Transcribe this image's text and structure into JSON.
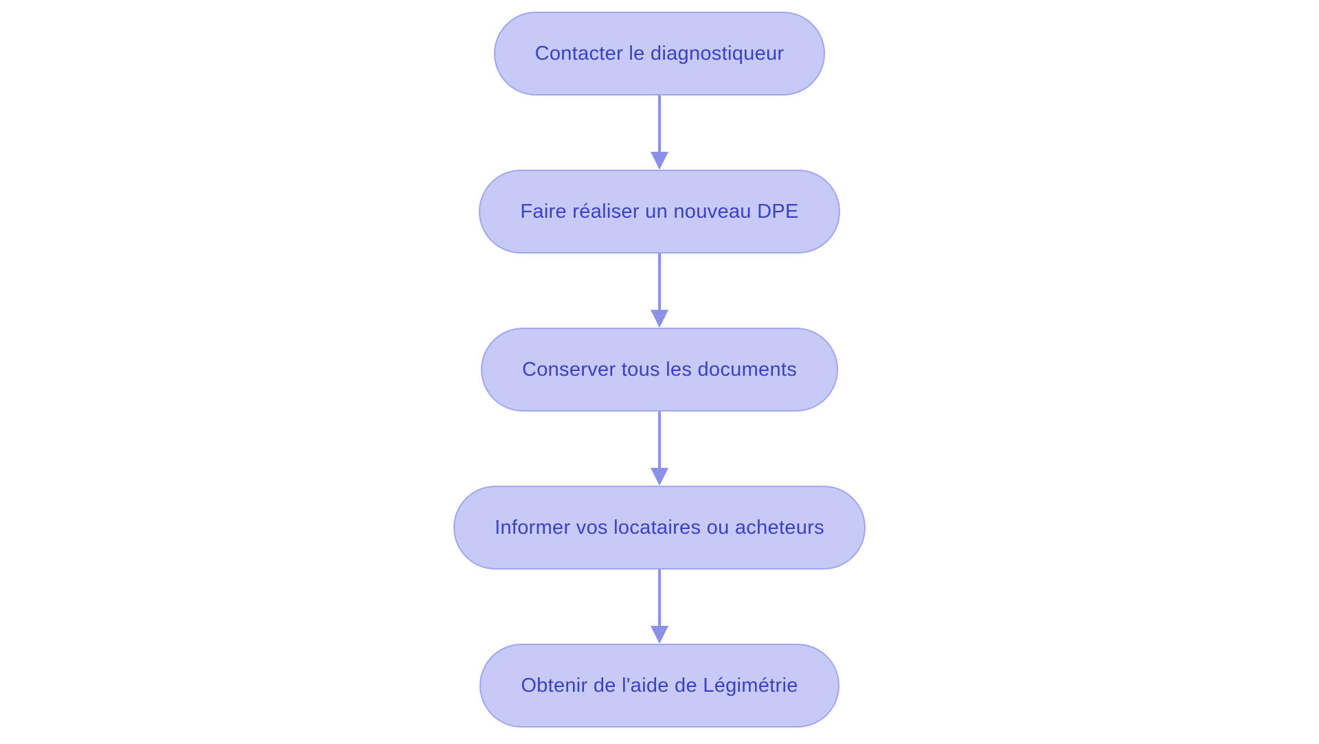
{
  "flowchart": {
    "type": "flowchart",
    "direction": "top-down",
    "colors": {
      "node_fill": "#c7c9f7",
      "node_border": "#a2a6ef",
      "node_text": "#3b41c4",
      "arrow": "#8b90e9",
      "page_bg": "#ffffff"
    },
    "nodes": [
      {
        "id": "step-1",
        "label": "Contacter le diagnostiqueur"
      },
      {
        "id": "step-2",
        "label": "Faire réaliser un nouveau DPE"
      },
      {
        "id": "step-3",
        "label": "Conserver tous les documents"
      },
      {
        "id": "step-4",
        "label": "Informer vos locataires ou acheteurs"
      },
      {
        "id": "step-5",
        "label": "Obtenir de l'aide de Légimétrie"
      }
    ],
    "edges": [
      {
        "from": "step-1",
        "to": "step-2"
      },
      {
        "from": "step-2",
        "to": "step-3"
      },
      {
        "from": "step-3",
        "to": "step-4"
      },
      {
        "from": "step-4",
        "to": "step-5"
      }
    ]
  }
}
